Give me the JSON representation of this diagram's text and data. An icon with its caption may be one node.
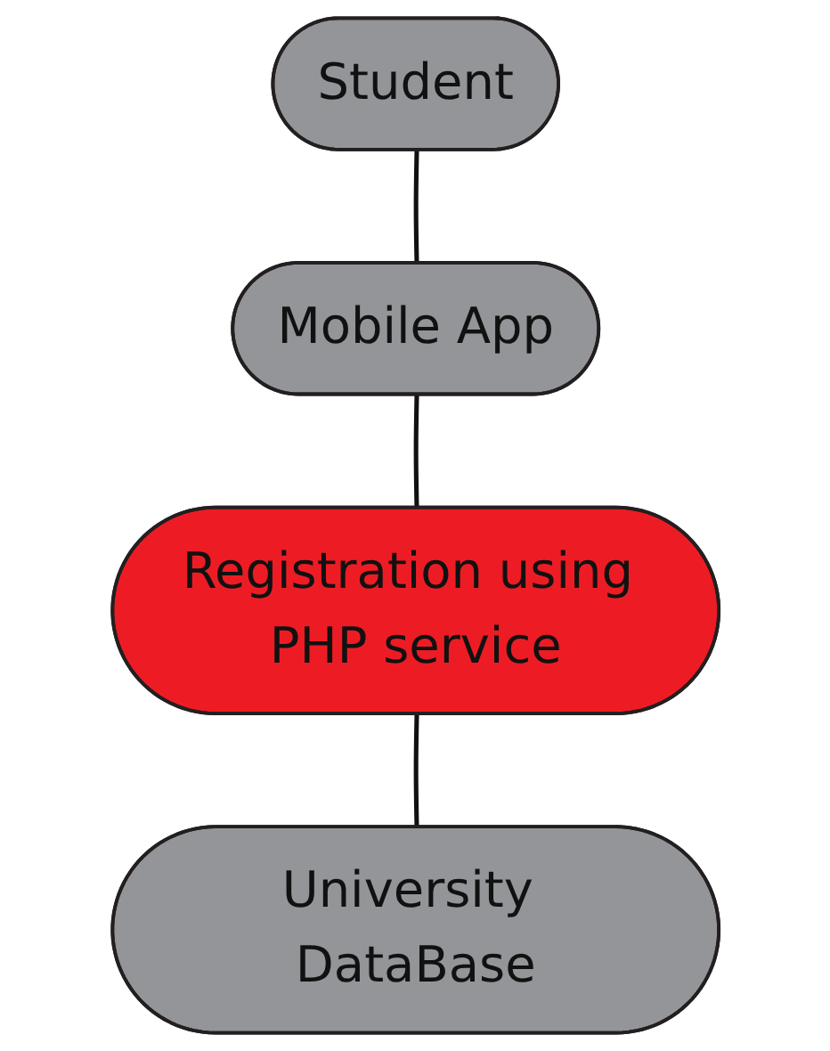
{
  "diagram": {
    "nodes": [
      {
        "text": [
          "Student"
        ]
      },
      {
        "text": [
          "Mobile App"
        ]
      },
      {
        "text": [
          "Registration using PHP service"
        ]
      },
      {
        "text": [
          "University DataBase"
        ]
      }
    ],
    "edges": [
      {
        "from": 0,
        "to": 1,
        "arrow": "none"
      },
      {
        "from": 1,
        "to": 2,
        "arrow": "none"
      },
      {
        "from": 2,
        "to": 3,
        "arrow": "none"
      }
    ]
  }
}
